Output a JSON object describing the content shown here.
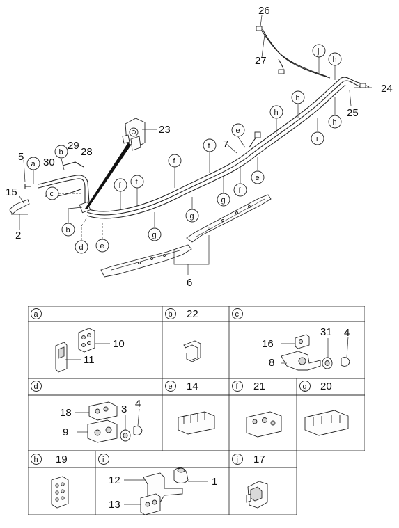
{
  "diagram": {
    "numbers": {
      "n26": "26",
      "n27": "27",
      "n24": "24",
      "n25": "25",
      "n23": "23",
      "n7": "7",
      "n5": "5",
      "n30": "30",
      "n29": "29",
      "n28": "28",
      "n15": "15",
      "n2": "2",
      "n6": "6"
    },
    "letters": {
      "j": "j",
      "h": "h",
      "e": "e",
      "f": "f",
      "g": "g",
      "i": "i",
      "a": "a",
      "b": "b",
      "c": "c",
      "d": "d"
    }
  },
  "parts": {
    "a": {
      "letter": "a",
      "number": "",
      "parts": [
        "10",
        "11"
      ]
    },
    "b": {
      "letter": "b",
      "number": "22"
    },
    "c": {
      "letter": "c",
      "number": "",
      "parts": [
        "16",
        "31",
        "4",
        "8"
      ]
    },
    "d": {
      "letter": "d",
      "number": "",
      "parts": [
        "18",
        "3",
        "4",
        "9"
      ]
    },
    "e": {
      "letter": "e",
      "number": "14"
    },
    "f": {
      "letter": "f",
      "number": "21"
    },
    "g": {
      "letter": "g",
      "number": "20"
    },
    "h": {
      "letter": "h",
      "number": "19"
    },
    "i": {
      "letter": "i",
      "number": "",
      "parts": [
        "12",
        "1",
        "13"
      ]
    },
    "j": {
      "letter": "j",
      "number": "17"
    }
  }
}
